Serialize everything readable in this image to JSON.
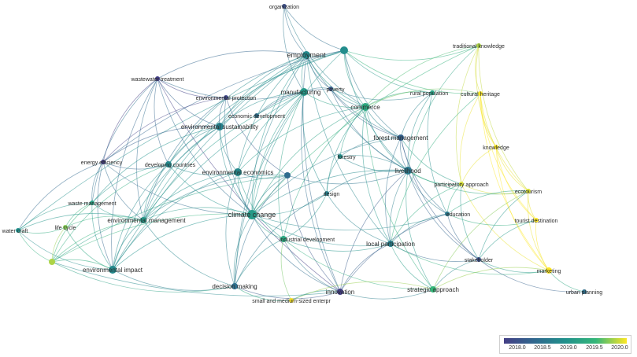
{
  "nodes": [
    {
      "id": "organization",
      "label": "organization",
      "year": 2018.2,
      "r": 3
    },
    {
      "id": "employment",
      "label": "employment",
      "year": 2018.9,
      "r": 5
    },
    {
      "id": "hub_top",
      "label": "",
      "year": 2018.95,
      "r": 5
    },
    {
      "id": "traditional_knowledge",
      "label": "traditional knowledge",
      "year": 2019.8,
      "r": 3
    },
    {
      "id": "wastewater_treatment",
      "label": "wastewater treatment",
      "year": 2018.0,
      "r": 3
    },
    {
      "id": "poverty",
      "label": "poverty",
      "year": 2018.3,
      "r": 3
    },
    {
      "id": "manufacturing",
      "label": "manufacturing",
      "year": 2019.1,
      "r": 5
    },
    {
      "id": "rural_population",
      "label": "rural population",
      "year": 2019.2,
      "r": 3
    },
    {
      "id": "cultural_heritage",
      "label": "cultural heritage",
      "year": 2020.0,
      "r": 3
    },
    {
      "id": "environmental_protection",
      "label": "environmental protection",
      "year": 2018.1,
      "r": 3
    },
    {
      "id": "commerce",
      "label": "commerce",
      "year": 2019.3,
      "r": 5
    },
    {
      "id": "economic_development",
      "label": "economic development",
      "year": 2018.6,
      "r": 3
    },
    {
      "id": "environmental_sustainability",
      "label": "environmental sustainability",
      "year": 2018.8,
      "r": 5
    },
    {
      "id": "forest_management",
      "label": "forest management",
      "year": 2018.4,
      "r": 4
    },
    {
      "id": "knowledge",
      "label": "knowledge",
      "year": 2020.0,
      "r": 3
    },
    {
      "id": "energy_efficiency",
      "label": "energy efficiency",
      "year": 2018.0,
      "r": 3
    },
    {
      "id": "developing_countries",
      "label": "developing countries",
      "year": 2018.9,
      "r": 4
    },
    {
      "id": "forestry",
      "label": "forestry",
      "year": 2019.0,
      "r": 3
    },
    {
      "id": "environmental_economics",
      "label": "environmental economics",
      "year": 2018.9,
      "r": 5
    },
    {
      "id": "hub_mid",
      "label": "",
      "year": 2018.55,
      "r": 4
    },
    {
      "id": "livelihood",
      "label": "livelihood",
      "year": 2018.7,
      "r": 5
    },
    {
      "id": "participatory_approach",
      "label": "participatory approach",
      "year": 2019.9,
      "r": 3
    },
    {
      "id": "design",
      "label": "design",
      "year": 2018.8,
      "r": 3
    },
    {
      "id": "ecotourism",
      "label": "ecotourism",
      "year": 2019.9,
      "r": 3
    },
    {
      "id": "waste_management",
      "label": "waste management",
      "year": 2019.2,
      "r": 3
    },
    {
      "id": "climate_change",
      "label": "climate change",
      "year": 2019.1,
      "r": 6
    },
    {
      "id": "environmental_management",
      "label": "environmental management",
      "year": 2019.1,
      "r": 4
    },
    {
      "id": "education",
      "label": "education",
      "year": 2018.7,
      "r": 3
    },
    {
      "id": "tourist_destination",
      "label": "tourist destination",
      "year": 2020.0,
      "r": 3
    },
    {
      "id": "water_craft",
      "label": "water craft",
      "year": 2019.0,
      "r": 3
    },
    {
      "id": "life_cycle",
      "label": "life cycle",
      "year": 2019.7,
      "r": 3
    },
    {
      "id": "industrial_development",
      "label": "industrial development",
      "year": 2019.3,
      "r": 4
    },
    {
      "id": "local_participation",
      "label": "local participation",
      "year": 2018.8,
      "r": 4
    },
    {
      "id": "stakeholder",
      "label": "stakeholder",
      "year": 2018.2,
      "r": 3
    },
    {
      "id": "environmental_impact",
      "label": "environmental impact",
      "year": 2018.9,
      "r": 5
    },
    {
      "id": "hub_left",
      "label": "",
      "year": 2019.8,
      "r": 4
    },
    {
      "id": "marketing",
      "label": "marketing",
      "year": 2020.0,
      "r": 4
    },
    {
      "id": "decision_making",
      "label": "decision making",
      "year": 2018.6,
      "r": 4
    },
    {
      "id": "innovation",
      "label": "innovation",
      "year": 2018.0,
      "r": 4
    },
    {
      "id": "strategic_approach",
      "label": "strategic approach",
      "year": 2019.5,
      "r": 4
    },
    {
      "id": "urban_planning",
      "label": "urban planning",
      "year": 2018.6,
      "r": 3
    },
    {
      "id": "small_medium",
      "label": "small and medium-sized enterpr",
      "year": 2020.0,
      "r": 3
    }
  ],
  "edges": [
    [
      "organization",
      "employment"
    ],
    [
      "organization",
      "manufacturing"
    ],
    [
      "organization",
      "hub_top"
    ],
    [
      "organization",
      "commerce"
    ],
    [
      "employment",
      "hub_top"
    ],
    [
      "employment",
      "manufacturing"
    ],
    [
      "employment",
      "commerce"
    ],
    [
      "employment",
      "wastewater_treatment"
    ],
    [
      "employment",
      "developing_countries"
    ],
    [
      "employment",
      "climate_change"
    ],
    [
      "employment",
      "livelihood"
    ],
    [
      "employment",
      "forest_management"
    ],
    [
      "employment",
      "environmental_management"
    ],
    [
      "employment",
      "environmental_impact"
    ],
    [
      "employment",
      "decision_making"
    ],
    [
      "employment",
      "innovation"
    ],
    [
      "employment",
      "local_participation"
    ],
    [
      "employment",
      "poverty"
    ],
    [
      "employment",
      "environmental_sustainability"
    ],
    [
      "employment",
      "environmental_economics"
    ],
    [
      "hub_top",
      "traditional_knowledge"
    ],
    [
      "hub_top",
      "cultural_heritage"
    ],
    [
      "hub_top",
      "rural_population"
    ],
    [
      "hub_top",
      "livelihood"
    ],
    [
      "hub_top",
      "commerce"
    ],
    [
      "hub_top",
      "forest_management"
    ],
    [
      "hub_top",
      "environmental_sustainability"
    ],
    [
      "hub_top",
      "developing_countries"
    ],
    [
      "hub_top",
      "climate_change"
    ],
    [
      "hub_top",
      "energy_efficiency"
    ],
    [
      "hub_top",
      "water_craft"
    ],
    [
      "traditional_knowledge",
      "knowledge"
    ],
    [
      "traditional_knowledge",
      "cultural_heritage"
    ],
    [
      "traditional_knowledge",
      "ecotourism"
    ],
    [
      "traditional_knowledge",
      "participatory_approach"
    ],
    [
      "traditional_knowledge",
      "livelihood"
    ],
    [
      "traditional_knowledge",
      "climate_change"
    ],
    [
      "traditional_knowledge",
      "commerce"
    ],
    [
      "wastewater_treatment",
      "environmental_protection"
    ],
    [
      "wastewater_treatment",
      "energy_efficiency"
    ],
    [
      "wastewater_treatment",
      "waste_management"
    ],
    [
      "wastewater_treatment",
      "environmental_management"
    ],
    [
      "wastewater_treatment",
      "environmental_impact"
    ],
    [
      "wastewater_treatment",
      "climate_change"
    ],
    [
      "wastewater_treatment",
      "manufacturing"
    ],
    [
      "wastewater_treatment",
      "developing_countries"
    ],
    [
      "wastewater_treatment",
      "environmental_sustainability"
    ],
    [
      "wastewater_treatment",
      "innovation"
    ],
    [
      "poverty",
      "livelihood"
    ],
    [
      "poverty",
      "manufacturing"
    ],
    [
      "poverty",
      "forest_management"
    ],
    [
      "poverty",
      "commerce"
    ],
    [
      "poverty",
      "economic_development"
    ],
    [
      "poverty",
      "rural_population"
    ],
    [
      "manufacturing",
      "commerce"
    ],
    [
      "manufacturing",
      "climate_change"
    ],
    [
      "manufacturing",
      "environmental_economics"
    ],
    [
      "manufacturing",
      "industrial_development"
    ],
    [
      "manufacturing",
      "environmental_management"
    ],
    [
      "manufacturing",
      "environmental_impact"
    ],
    [
      "manufacturing",
      "decision_making"
    ],
    [
      "manufacturing",
      "design"
    ],
    [
      "manufacturing",
      "innovation"
    ],
    [
      "manufacturing",
      "economic_development"
    ],
    [
      "manufacturing",
      "environmental_sustainability"
    ],
    [
      "rural_population",
      "livelihood"
    ],
    [
      "rural_population",
      "forest_management"
    ],
    [
      "rural_population",
      "education"
    ],
    [
      "rural_population",
      "commerce"
    ],
    [
      "cultural_heritage",
      "knowledge"
    ],
    [
      "cultural_heritage",
      "ecotourism"
    ],
    [
      "cultural_heritage",
      "tourist_destination"
    ],
    [
      "cultural_heritage",
      "marketing"
    ],
    [
      "cultural_heritage",
      "participatory_approach"
    ],
    [
      "cultural_heritage",
      "local_participation"
    ],
    [
      "cultural_heritage",
      "commerce"
    ],
    [
      "environmental_protection",
      "environmental_sustainability"
    ],
    [
      "environmental_protection",
      "climate_change"
    ],
    [
      "environmental_protection",
      "environmental_management"
    ],
    [
      "environmental_protection",
      "energy_efficiency"
    ],
    [
      "environmental_protection",
      "hub_mid"
    ],
    [
      "commerce",
      "forest_management"
    ],
    [
      "commerce",
      "livelihood"
    ],
    [
      "commerce",
      "forestry"
    ],
    [
      "commerce",
      "climate_change"
    ],
    [
      "commerce",
      "environmental_economics"
    ],
    [
      "commerce",
      "local_participation"
    ],
    [
      "commerce",
      "strategic_approach"
    ],
    [
      "commerce",
      "design"
    ],
    [
      "commerce",
      "industrial_development"
    ],
    [
      "environmental_sustainability",
      "developing_countries"
    ],
    [
      "environmental_sustainability",
      "environmental_economics"
    ],
    [
      "environmental_sustainability",
      "climate_change"
    ],
    [
      "environmental_sustainability",
      "environmental_management"
    ],
    [
      "environmental_sustainability",
      "environmental_impact"
    ],
    [
      "environmental_sustainability",
      "energy_efficiency"
    ],
    [
      "environmental_sustainability",
      "waste_management"
    ],
    [
      "forest_management",
      "livelihood"
    ],
    [
      "forest_management",
      "forestry"
    ],
    [
      "forest_management",
      "participatory_approach"
    ],
    [
      "forest_management",
      "education"
    ],
    [
      "forest_management",
      "climate_change"
    ],
    [
      "forest_management",
      "stakeholder"
    ],
    [
      "forest_management",
      "local_participation"
    ],
    [
      "knowledge",
      "ecotourism"
    ],
    [
      "knowledge",
      "tourist_destination"
    ],
    [
      "knowledge",
      "participatory_approach"
    ],
    [
      "knowledge",
      "marketing"
    ],
    [
      "energy_efficiency",
      "developing_countries"
    ],
    [
      "energy_efficiency",
      "waste_management"
    ],
    [
      "energy_efficiency",
      "water_craft"
    ],
    [
      "energy_efficiency",
      "environmental_management"
    ],
    [
      "energy_efficiency",
      "environmental_impact"
    ],
    [
      "energy_efficiency",
      "climate_change"
    ],
    [
      "developing_countries",
      "environmental_economics"
    ],
    [
      "developing_countries",
      "climate_change"
    ],
    [
      "developing_countries",
      "environmental_management"
    ],
    [
      "developing_countries",
      "environmental_impact"
    ],
    [
      "developing_countries",
      "waste_management"
    ],
    [
      "developing_countries",
      "hub_left"
    ],
    [
      "environmental_economics",
      "climate_change"
    ],
    [
      "environmental_economics",
      "environmental_management"
    ],
    [
      "environmental_economics",
      "hub_mid"
    ],
    [
      "environmental_economics",
      "industrial_development"
    ],
    [
      "environmental_economics",
      "decision_making"
    ],
    [
      "environmental_economics",
      "environmental_impact"
    ],
    [
      "hub_mid",
      "climate_change"
    ],
    [
      "hub_mid",
      "environmental_management"
    ],
    [
      "hub_mid",
      "livelihood"
    ],
    [
      "hub_mid",
      "innovation"
    ],
    [
      "hub_mid",
      "hub_left"
    ],
    [
      "hub_mid",
      "decision_making"
    ],
    [
      "livelihood",
      "participatory_approach"
    ],
    [
      "livelihood",
      "education"
    ],
    [
      "livelihood",
      "ecotourism"
    ],
    [
      "livelihood",
      "local_participation"
    ],
    [
      "livelihood",
      "climate_change"
    ],
    [
      "livelihood",
      "forestry"
    ],
    [
      "livelihood",
      "strategic_approach"
    ],
    [
      "livelihood",
      "stakeholder"
    ],
    [
      "livelihood",
      "innovation"
    ],
    [
      "livelihood",
      "design"
    ],
    [
      "participatory_approach",
      "education"
    ],
    [
      "participatory_approach",
      "ecotourism"
    ],
    [
      "participatory_approach",
      "stakeholder"
    ],
    [
      "participatory_approach",
      "local_participation"
    ],
    [
      "participatory_approach",
      "marketing"
    ],
    [
      "ecotourism",
      "tourist_destination"
    ],
    [
      "ecotourism",
      "marketing"
    ],
    [
      "ecotourism",
      "education"
    ],
    [
      "ecotourism",
      "stakeholder"
    ],
    [
      "ecotourism",
      "strategic_approach"
    ],
    [
      "waste_management",
      "water_craft"
    ],
    [
      "waste_management",
      "life_cycle"
    ],
    [
      "waste_management",
      "environmental_management"
    ],
    [
      "waste_management",
      "environmental_impact"
    ],
    [
      "waste_management",
      "hub_left"
    ],
    [
      "climate_change",
      "environmental_management"
    ],
    [
      "climate_change",
      "industrial_development"
    ],
    [
      "climate_change",
      "decision_making"
    ],
    [
      "climate_change",
      "environmental_impact"
    ],
    [
      "climate_change",
      "local_participation"
    ],
    [
      "climate_change",
      "design"
    ],
    [
      "climate_change",
      "innovation"
    ],
    [
      "climate_change",
      "hub_left"
    ],
    [
      "climate_change",
      "education"
    ],
    [
      "environmental_management",
      "environmental_impact"
    ],
    [
      "environmental_management",
      "life_cycle"
    ],
    [
      "environmental_management",
      "hub_left"
    ],
    [
      "environmental_management",
      "decision_making"
    ],
    [
      "environmental_management",
      "water_craft"
    ],
    [
      "education",
      "stakeholder"
    ],
    [
      "education",
      "local_participation"
    ],
    [
      "education",
      "tourist_destination"
    ],
    [
      "education",
      "innovation"
    ],
    [
      "tourist_destination",
      "marketing"
    ],
    [
      "tourist_destination",
      "stakeholder"
    ],
    [
      "water_craft",
      "life_cycle"
    ],
    [
      "water_craft",
      "hub_left"
    ],
    [
      "water_craft",
      "environmental_impact"
    ],
    [
      "life_cycle",
      "hub_left"
    ],
    [
      "life_cycle",
      "environmental_impact"
    ],
    [
      "industrial_development",
      "local_participation"
    ],
    [
      "industrial_development",
      "decision_making"
    ],
    [
      "industrial_development",
      "innovation"
    ],
    [
      "industrial_development",
      "small_medium"
    ],
    [
      "industrial_development",
      "design"
    ],
    [
      "industrial_development",
      "strategic_approach"
    ],
    [
      "local_participation",
      "strategic_approach"
    ],
    [
      "local_participation",
      "stakeholder"
    ],
    [
      "local_participation",
      "innovation"
    ],
    [
      "local_participation",
      "marketing"
    ],
    [
      "stakeholder",
      "marketing"
    ],
    [
      "stakeholder",
      "urban_planning"
    ],
    [
      "stakeholder",
      "strategic_approach"
    ],
    [
      "environmental_impact",
      "hub_left"
    ],
    [
      "environmental_impact",
      "decision_making"
    ],
    [
      "marketing",
      "urban_planning"
    ],
    [
      "marketing",
      "strategic_approach"
    ],
    [
      "decision_making",
      "innovation"
    ],
    [
      "decision_making",
      "small_medium"
    ],
    [
      "innovation",
      "strategic_approach"
    ],
    [
      "innovation",
      "small_medium"
    ],
    [
      "strategic_approach",
      "small_medium"
    ],
    [
      "design",
      "local_participation"
    ],
    [
      "design",
      "decision_making"
    ],
    [
      "forestry",
      "livelihood"
    ],
    [
      "forestry",
      "design"
    ],
    [
      "hub_left",
      "decision_making"
    ],
    [
      "hub_left",
      "innovation"
    ]
  ],
  "legend": {
    "ticks": [
      "2018.0",
      "2018.5",
      "2019.0",
      "2019.5",
      "2020.0"
    ],
    "min": 2018.0,
    "max": 2020.0
  },
  "colors": {
    "low": "#433e85",
    "mid1": "#30688e",
    "mid2": "#21918c",
    "mid3": "#35b779",
    "high": "#fde725"
  }
}
